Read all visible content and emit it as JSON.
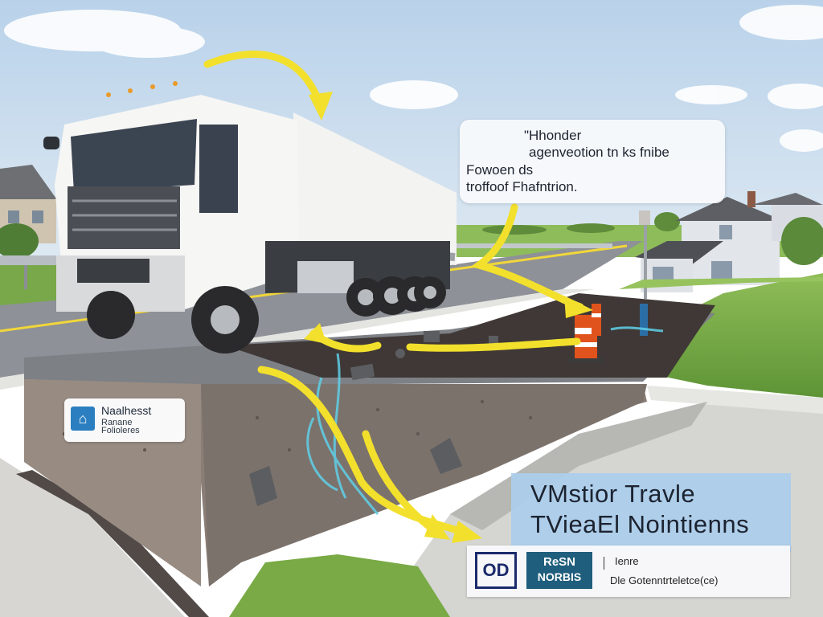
{
  "callout_top": {
    "line1": "\"Hhonder",
    "line2": "agenveotion tn ks fnibe",
    "line3": "Fowoen ds",
    "line4": "troffoof Fhafntrion."
  },
  "badge_left": {
    "logo_glyph": "⌂",
    "line1": "Naalhesst",
    "line2": "Ranane",
    "line3": "Folioleres"
  },
  "panel_bottom_right": {
    "line1": "VMstior Travle",
    "line2": "TVieaEl Nointienns"
  },
  "footer_card": {
    "logo1_text": "OD",
    "logo2_line1": "ReSN",
    "logo2_line2": "NORBIS",
    "line1": "Ienre",
    "line2": "Dle Gotenntrteletce(ce)"
  },
  "colors": {
    "sky": "#c9dcef",
    "asphalt": "#8d9197",
    "grass": "#7fae4a",
    "arrow": "#f2e02c",
    "energy": "#5fd0e8",
    "truck_body": "#f3f3f1",
    "soil": "#4a4240",
    "cone": "#e0531c",
    "panel": "#aacdeb"
  }
}
